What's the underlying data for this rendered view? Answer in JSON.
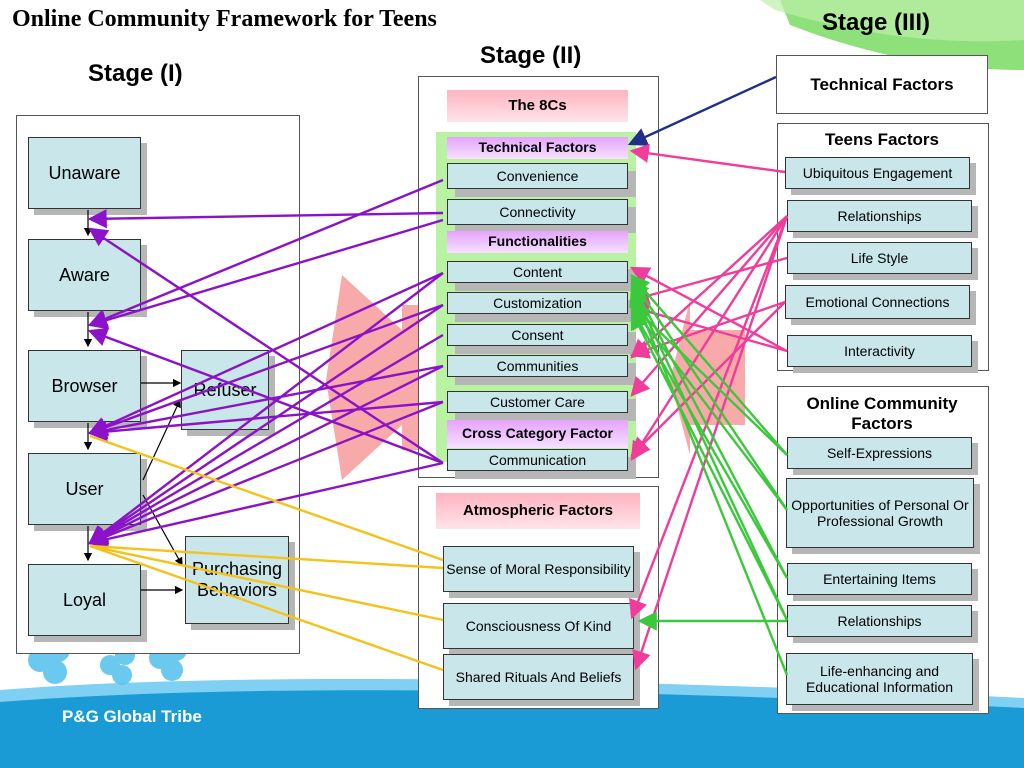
{
  "title": "Online Community Framework for Teens",
  "stages": {
    "stage1": "Stage (I)",
    "stage2": "Stage (II)",
    "stage3": "Stage (III)"
  },
  "stage1": {
    "nodes": [
      "Unaware",
      "Aware",
      "Browser",
      "User",
      "Loyal"
    ],
    "refuser": "Refuser",
    "purchasing": "Purchasing Behaviors"
  },
  "stage2": {
    "header": "The 8Cs",
    "technical": "Technical Factors",
    "functionalities": "Functionalities",
    "cross": "Cross Category Factor",
    "items": [
      "Convenience",
      "Connectivity",
      "Content",
      "Customization",
      "Consent",
      "Communities",
      "Customer Care",
      "Communication"
    ],
    "atmospheric_header": "Atmospheric Factors",
    "atmospheric_items": [
      "Sense of Moral Responsibility",
      "Consciousness Of Kind",
      "Shared Rituals And Beliefs"
    ]
  },
  "stage3": {
    "technical_factors": "Technical Factors",
    "teens_title": "Teens Factors",
    "teens_items": [
      "Ubiquitous Engagement",
      "Relationships",
      "Life Style",
      "Emotional Connections",
      "Interactivity"
    ],
    "online_title": "Online Community Factors",
    "online_items": [
      "Self-Expressions",
      "Opportunities of Personal Or Professional Growth",
      "Entertaining Items",
      "Relationships",
      "Life-enhancing and Educational Information"
    ]
  },
  "footer": "P&G Global Tribe",
  "colors": {
    "purple": "#8b12c8",
    "pink": "#f03c9b",
    "green": "#3cc83c",
    "yellow": "#f5c21a",
    "navy": "#1f2f8a",
    "box": "#c9e6ea",
    "header_pink": "#ffb3c0",
    "header_lilac": "#e6a3ff",
    "footer_blue": "#1a9bd6"
  }
}
